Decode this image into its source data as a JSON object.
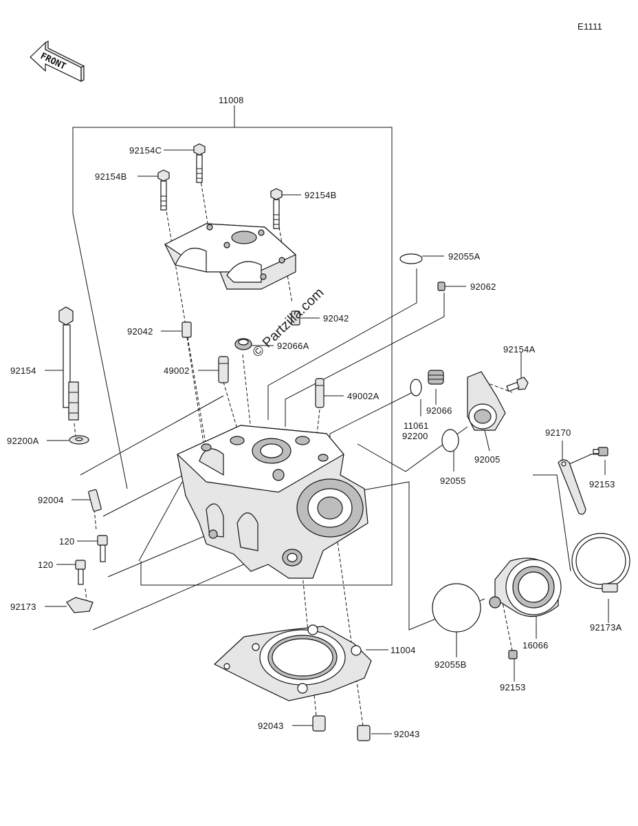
{
  "diagram_code": "E1111",
  "front_arrow_label": "FRONT",
  "watermark": "© Partzilla.com",
  "labels": {
    "p11008": "11008",
    "p92154C": "92154C",
    "p92154B_left": "92154B",
    "p92154B_right": "92154B",
    "p92055A": "92055A",
    "p92062": "92062",
    "p92042_right": "92042",
    "p92042_left": "92042",
    "p92066A": "92066A",
    "p92154A": "92154A",
    "p49002": "49002",
    "p49002A": "49002A",
    "p92154": "92154",
    "p11061": "11061",
    "p92200": "92200",
    "p92066": "92066",
    "p92005": "92005",
    "p92170": "92170",
    "p92200A": "92200A",
    "p92055": "92055",
    "p92153_top": "92153",
    "p92004": "92004",
    "p120_top": "120",
    "p120_bottom": "120",
    "p92173": "92173",
    "p16066": "16066",
    "p92173A": "92173A",
    "p11004": "11004",
    "p92055B": "92055B",
    "p92153_bottom": "92153",
    "p92043_left": "92043",
    "p92043_right": "92043"
  }
}
